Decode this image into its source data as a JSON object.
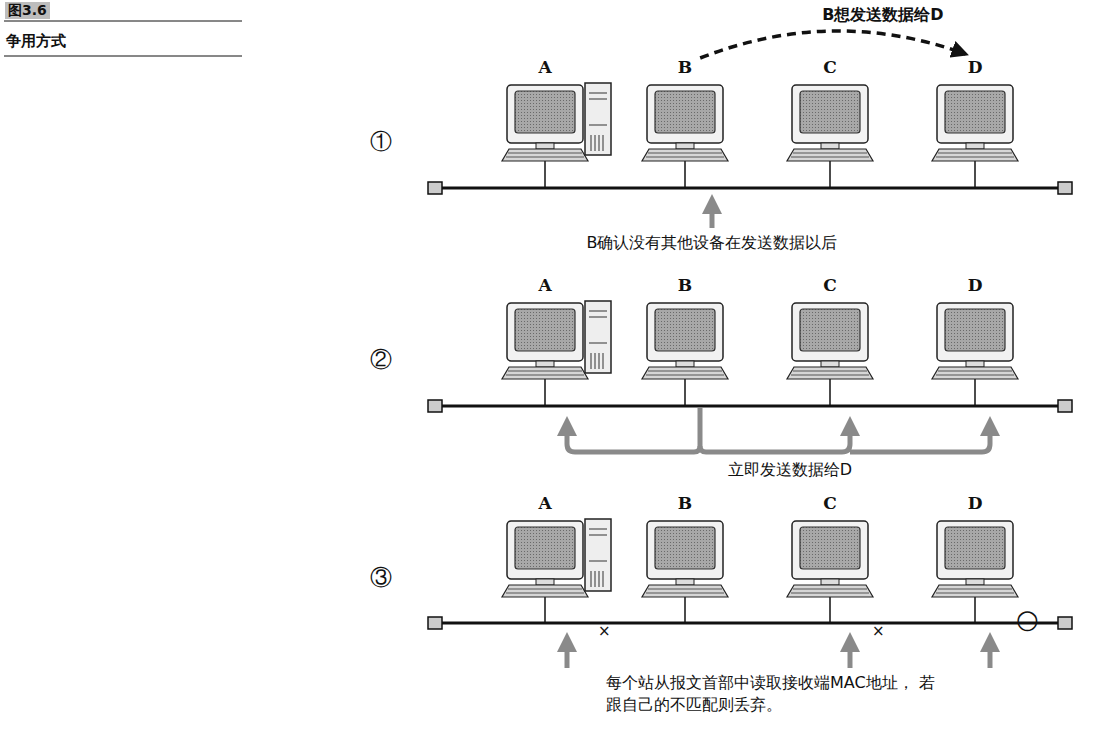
{
  "diagram": {
    "title": "争用方式",
    "nodes": [
      {
        "text": [
          "A"
        ]
      },
      {
        "text": [
          "B"
        ]
      },
      {
        "text": [
          "C"
        ]
      },
      {
        "text": [
          "D"
        ]
      },
      {
        "text": [
          "A"
        ]
      },
      {
        "text": [
          "B"
        ]
      },
      {
        "text": [
          "C"
        ]
      },
      {
        "text": [
          "D"
        ]
      },
      {
        "text": [
          "A"
        ]
      },
      {
        "text": [
          "B"
        ]
      },
      {
        "text": [
          "C"
        ]
      },
      {
        "text": [
          "D"
        ]
      }
    ],
    "edges": [
      {
        "from": 1,
        "to": 3,
        "label": "B想发送数据给D",
        "arrow": "to"
      }
    ],
    "labels": [
      "图3.6",
      "①",
      "②",
      "③",
      "B确认没有其他设备在发送数据以后",
      "立即发送数据给D",
      "×",
      "×",
      "○",
      "每个站从报文首部中读取接收端MAC地址， 若跟自己的不匹配则丢弃。"
    ]
  }
}
